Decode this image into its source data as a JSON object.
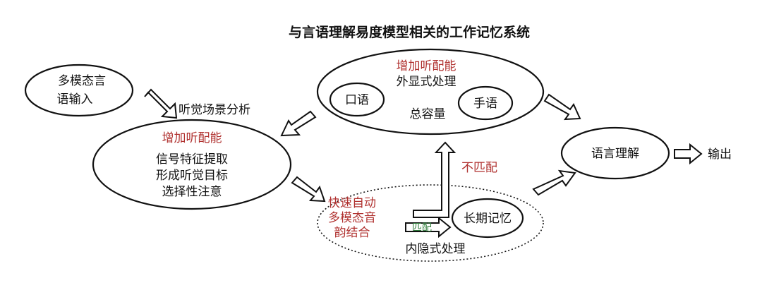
{
  "title": "与言语理解易度模型相关的工作记忆系统",
  "nodes": {
    "input": [
      "多模态言",
      "语输入"
    ],
    "auditory_scene": "听觉场景分析",
    "signal": {
      "heading": "增加听配能",
      "lines": [
        "信号特征提取",
        "形成听觉目标",
        "选择性注意"
      ]
    },
    "explicit": {
      "heading": "增加听配能",
      "label": "外显式处理",
      "capacity": "总容量",
      "oral": "口语",
      "sign": "手语"
    },
    "mismatch": "不匹配",
    "implicit": {
      "fast": [
        "快速自动",
        "多模态音",
        "韵结合"
      ],
      "match": "匹配",
      "long_term": "长期记忆",
      "label": "内隐式处理"
    },
    "comprehension": "语言理解",
    "output": "输出"
  },
  "colors": {
    "emphasis_red": "#b0312f",
    "match_green": "#2f7d3a",
    "stroke": "#111111"
  }
}
